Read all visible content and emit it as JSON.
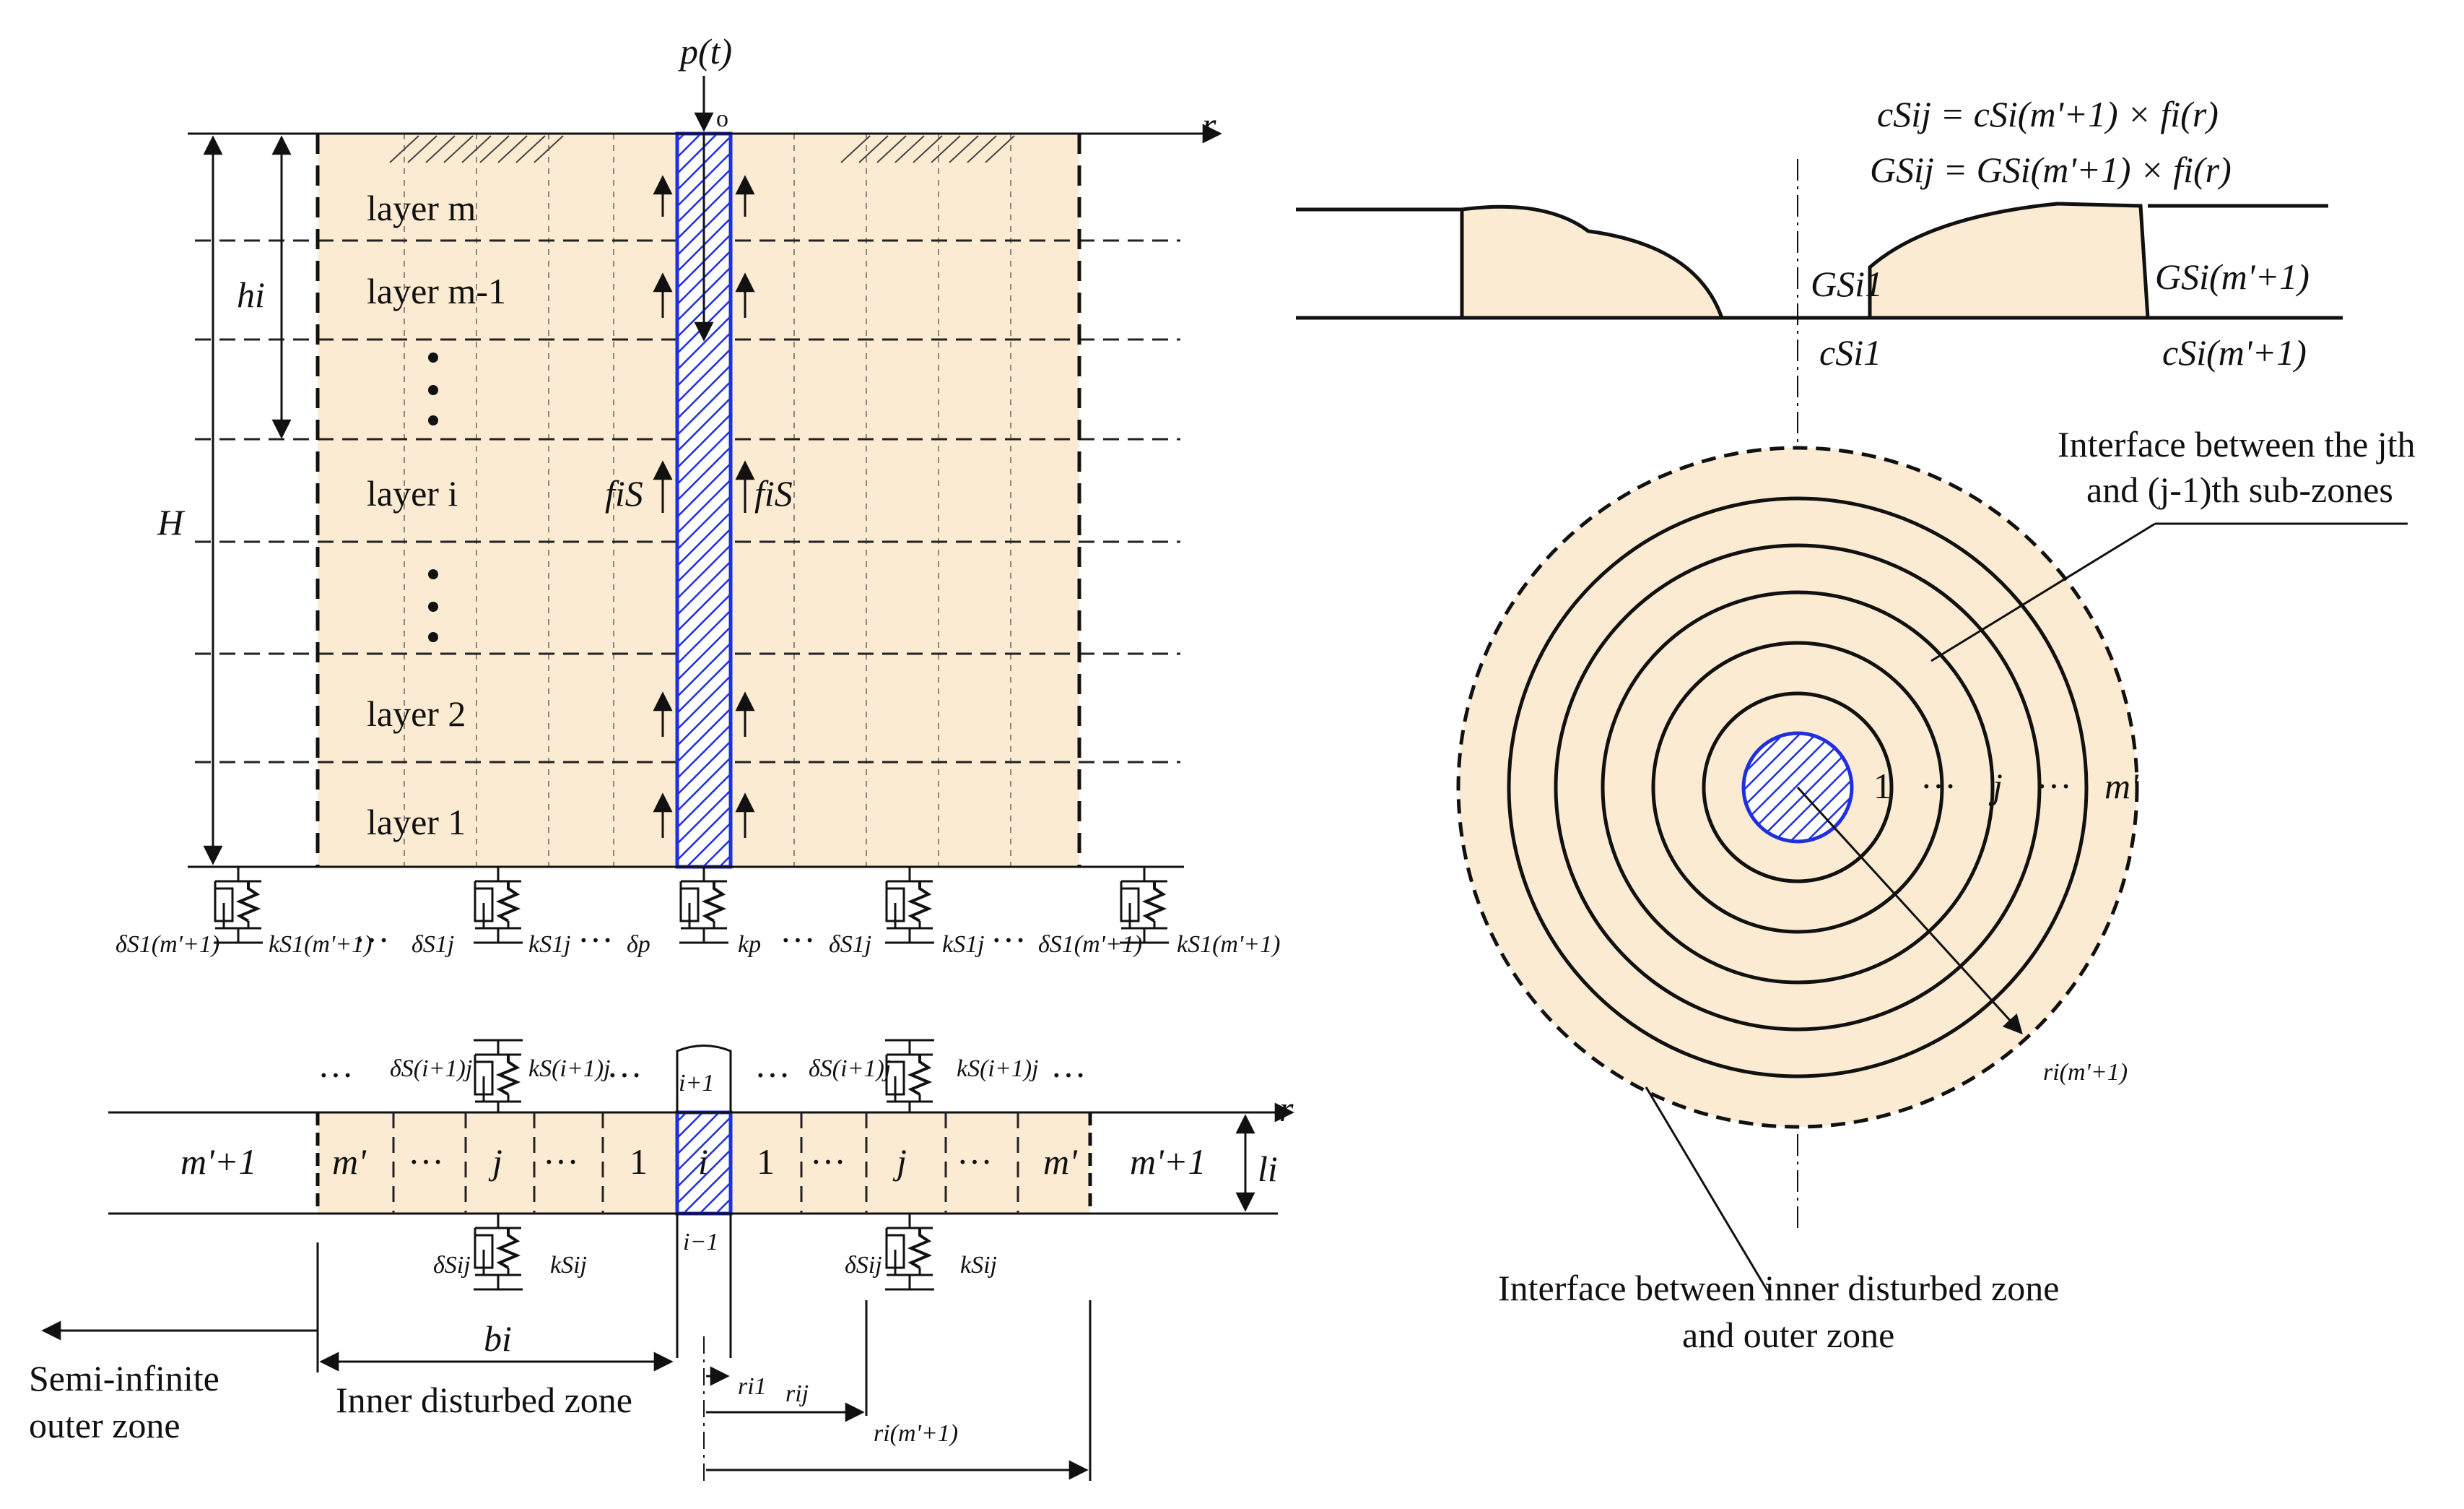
{
  "colors": {
    "soil": "#fbebd2",
    "pile": "#1f2fe0",
    "line": "#111111"
  },
  "profile": {
    "load_label": "p(t)",
    "origin_label": "o",
    "r_axis_label": "r",
    "height_label": "H",
    "layer_thickness_label": "hi",
    "layers": [
      "layer m",
      "layer m-1",
      "layer i",
      "layer 2",
      "layer 1"
    ],
    "shaft_friction_label": "fiS",
    "base_springs": {
      "d_out": "δS1(m'+1)",
      "k_out": "kS1(m'+1)",
      "d_j": "δS1j",
      "k_j": "kS1j",
      "d_p": "δp",
      "k_p": "kp",
      "dots": "···"
    }
  },
  "layer_section": {
    "top_spring_d": "δS(i+1)j",
    "top_spring_k": "kS(i+1)j",
    "bottom_spring_d": "δSij",
    "bottom_spring_k": "kSij",
    "pile_above": "i+1",
    "pile_center": "i",
    "pile_below": "i−1",
    "zones_left": [
      "m'+1",
      "m'",
      "···",
      "j",
      "···",
      "1"
    ],
    "zones_right": [
      "1",
      "···",
      "j",
      "···",
      "m'",
      "m'+1"
    ],
    "thickness_label": "li",
    "r_axis_label": "r",
    "dots": "···",
    "width_label": "bi",
    "inner_zone_label": "Inner disturbed zone",
    "outer_zone_label_1": "Semi-infinite",
    "outer_zone_label_2": "outer zone",
    "radius_labels": {
      "r1": "ri1",
      "rj": "rij",
      "rm": "ri(m'+1)"
    }
  },
  "property_profile": {
    "eq1": "cSij = cSi(m'+1) × fi(r)",
    "eq2": "GSij = GSi(m'+1) × fi(r)",
    "G_i1": "GSi1",
    "c_i1": "cSi1",
    "G_out": "GSi(m'+1)",
    "c_out": "cSi(m'+1)"
  },
  "plan_view": {
    "interface_sub_1": "Interface between the jth",
    "interface_sub_2": "and (j-1)th sub-zones",
    "interface_outer_1": "Interface between inner disturbed zone",
    "interface_outer_2": "and outer zone",
    "ring_labels": [
      "1",
      "···",
      "j",
      "···",
      "m'"
    ],
    "radius_label": "ri(m'+1)"
  }
}
